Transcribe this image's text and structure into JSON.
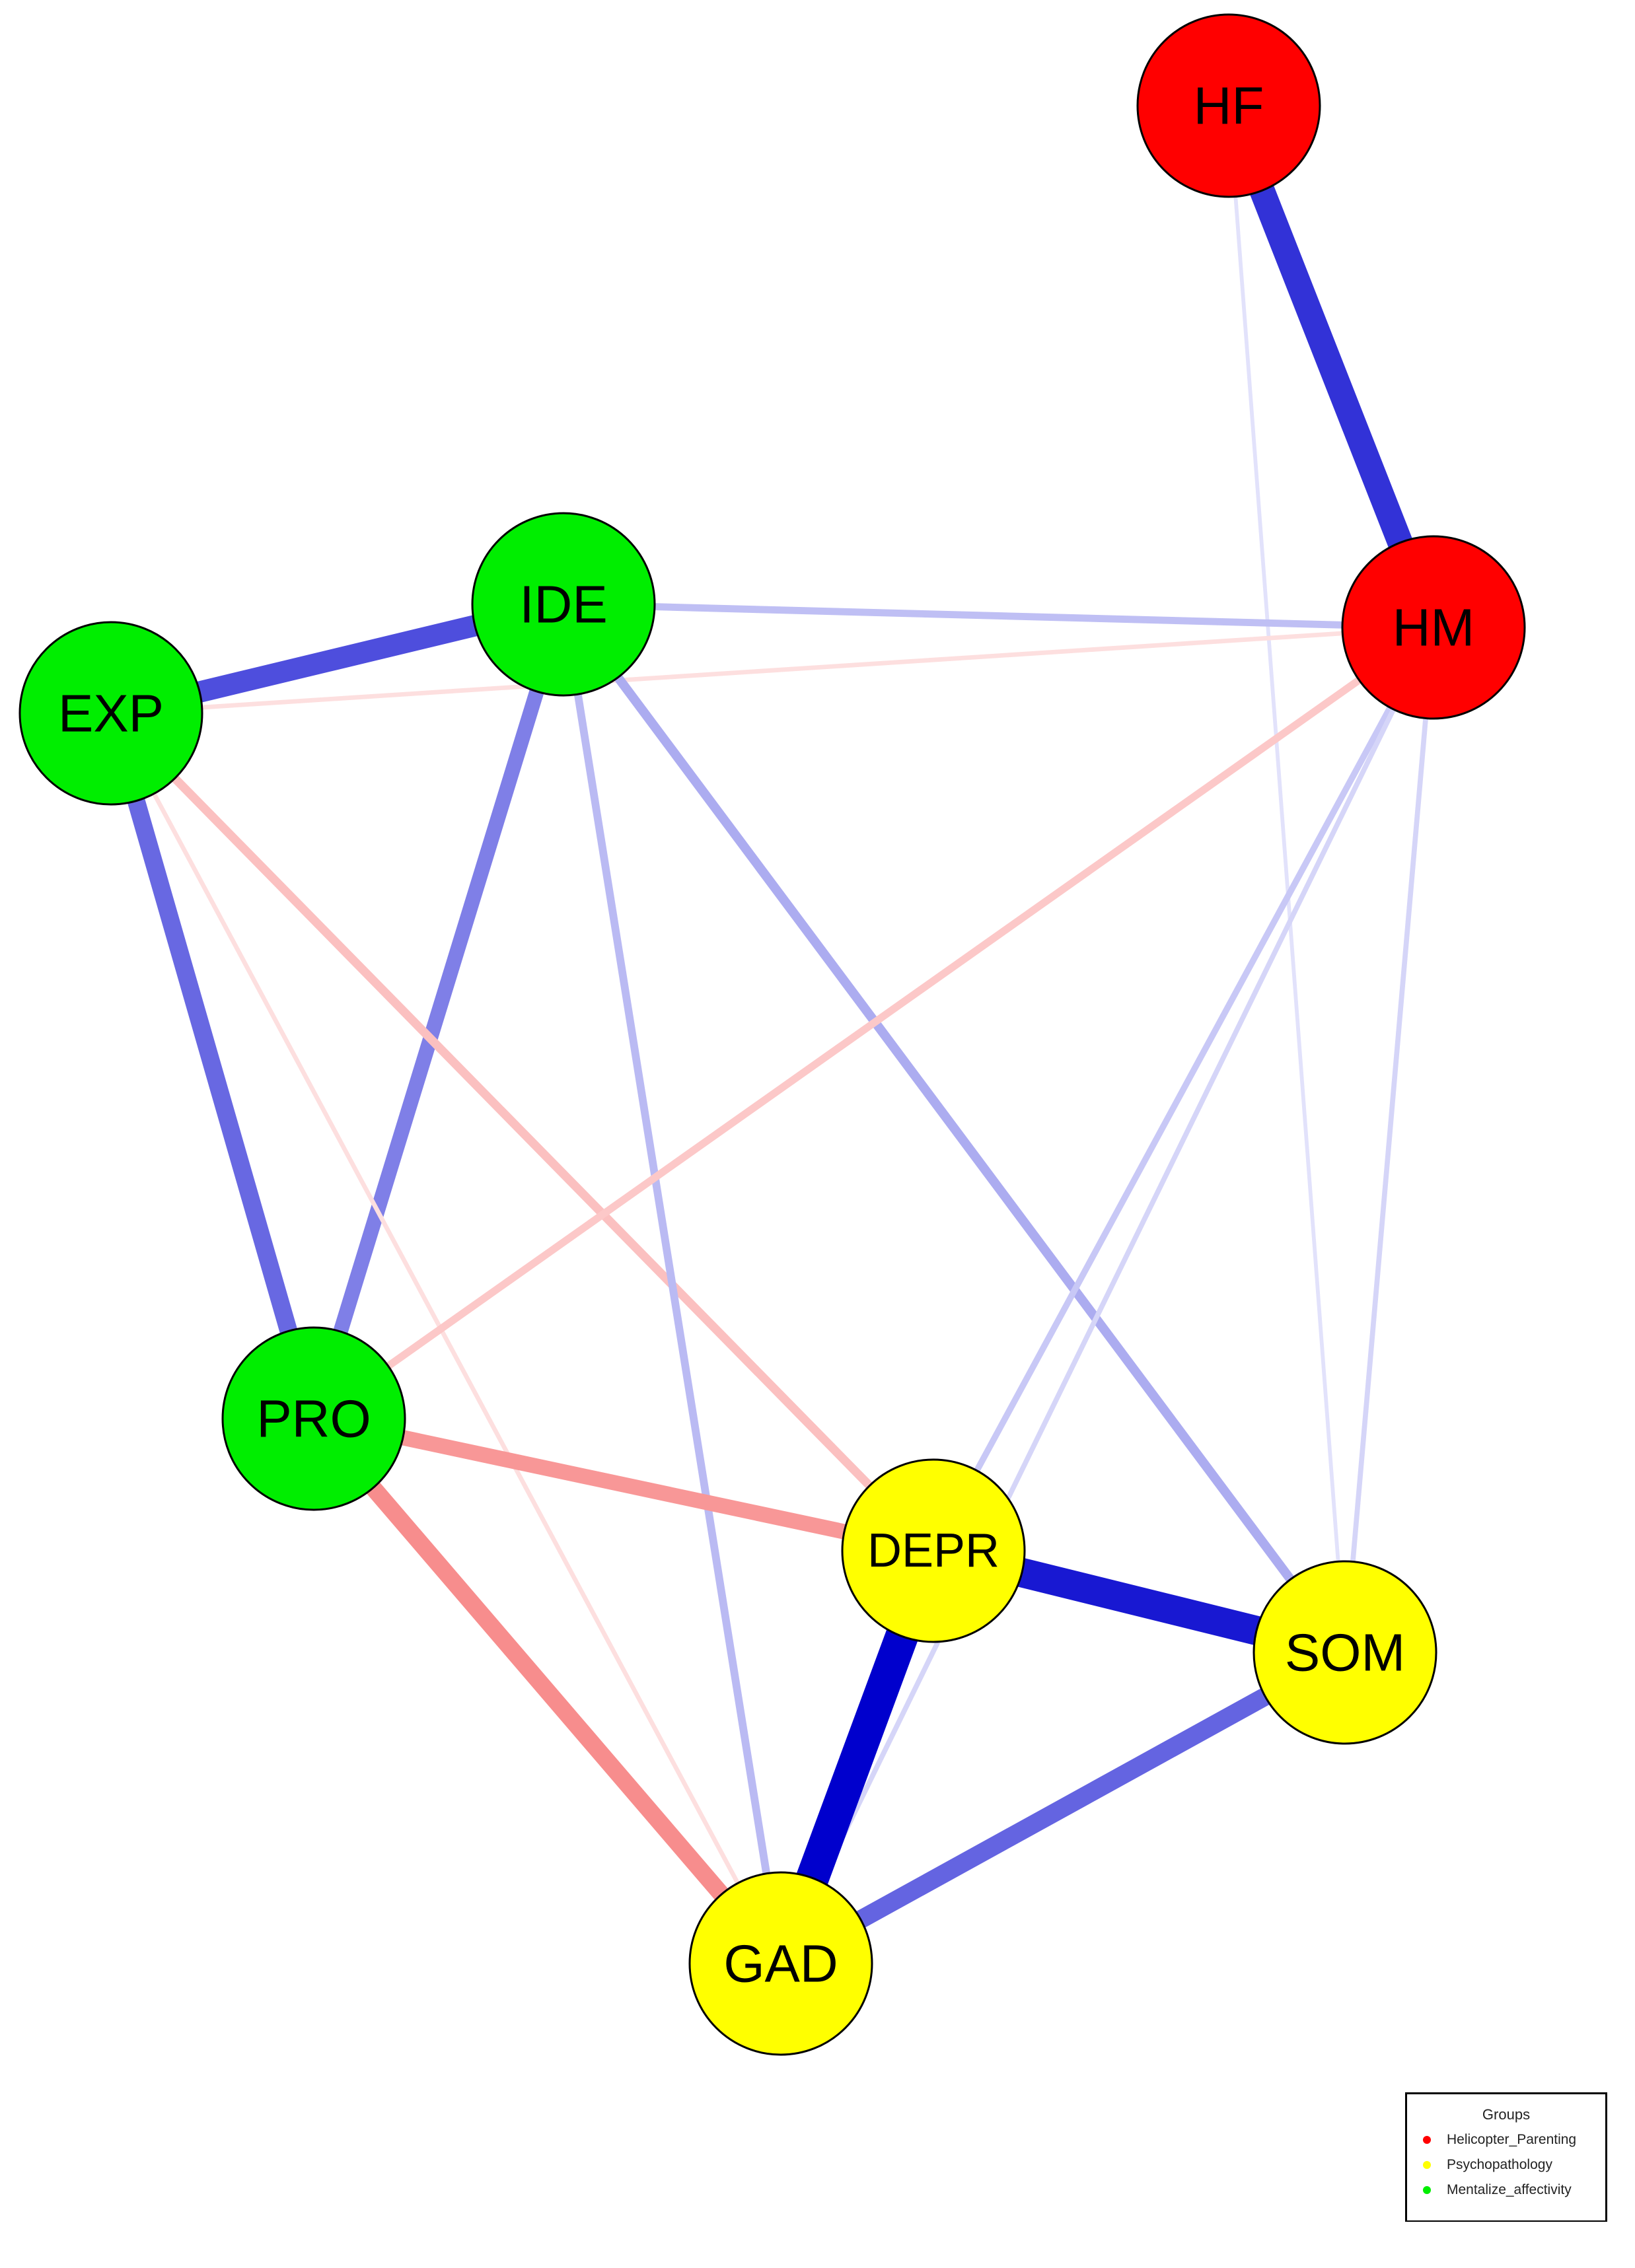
{
  "groups_title": "Groups",
  "groups": [
    {
      "name": "Helicopter_Parenting",
      "color": "#ff0000"
    },
    {
      "name": "Psychopathology",
      "color": "#ffff00"
    },
    {
      "name": "Mentalize_affectivity",
      "color": "#00ee00"
    }
  ],
  "nodes": [
    {
      "id": "HF",
      "label": "HF",
      "group": 0
    },
    {
      "id": "HM",
      "label": "HM",
      "group": 0
    },
    {
      "id": "IDE",
      "label": "IDE",
      "group": 2
    },
    {
      "id": "EXP",
      "label": "EXP",
      "group": 2
    },
    {
      "id": "PRO",
      "label": "PRO",
      "group": 2
    },
    {
      "id": "DEPR",
      "label": "DEPR",
      "group": 1
    },
    {
      "id": "SOM",
      "label": "SOM",
      "group": 1
    },
    {
      "id": "GAD",
      "label": "GAD",
      "group": 1
    }
  ],
  "edges": [
    {
      "from": "HF",
      "to": "HM",
      "sign": "positive",
      "strength": 0.75
    },
    {
      "from": "HF",
      "to": "SOM",
      "sign": "positive",
      "strength": 0.04
    },
    {
      "from": "IDE",
      "to": "HM",
      "sign": "positive",
      "strength": 0.15
    },
    {
      "from": "EXP",
      "to": "HM",
      "sign": "negative",
      "strength": 0.06
    },
    {
      "from": "EXP",
      "to": "IDE",
      "sign": "positive",
      "strength": 0.62
    },
    {
      "from": "EXP",
      "to": "PRO",
      "sign": "positive",
      "strength": 0.5
    },
    {
      "from": "IDE",
      "to": "PRO",
      "sign": "positive",
      "strength": 0.4
    },
    {
      "from": "EXP",
      "to": "DEPR",
      "sign": "negative",
      "strength": 0.2
    },
    {
      "from": "EXP",
      "to": "GAD",
      "sign": "negative",
      "strength": 0.06
    },
    {
      "from": "IDE",
      "to": "GAD",
      "sign": "positive",
      "strength": 0.17
    },
    {
      "from": "IDE",
      "to": "SOM",
      "sign": "positive",
      "strength": 0.22
    },
    {
      "from": "HM",
      "to": "PRO",
      "sign": "negative",
      "strength": 0.16
    },
    {
      "from": "HM",
      "to": "DEPR",
      "sign": "positive",
      "strength": 0.12
    },
    {
      "from": "HM",
      "to": "SOM",
      "sign": "positive",
      "strength": 0.08
    },
    {
      "from": "HM",
      "to": "GAD",
      "sign": "positive",
      "strength": 0.08
    },
    {
      "from": "PRO",
      "to": "DEPR",
      "sign": "negative",
      "strength": 0.42
    },
    {
      "from": "PRO",
      "to": "GAD",
      "sign": "negative",
      "strength": 0.48
    },
    {
      "from": "DEPR",
      "to": "SOM",
      "sign": "positive",
      "strength": 0.88
    },
    {
      "from": "DEPR",
      "to": "GAD",
      "sign": "positive",
      "strength": 1.0
    },
    {
      "from": "SOM",
      "to": "GAD",
      "sign": "positive",
      "strength": 0.52
    }
  ]
}
